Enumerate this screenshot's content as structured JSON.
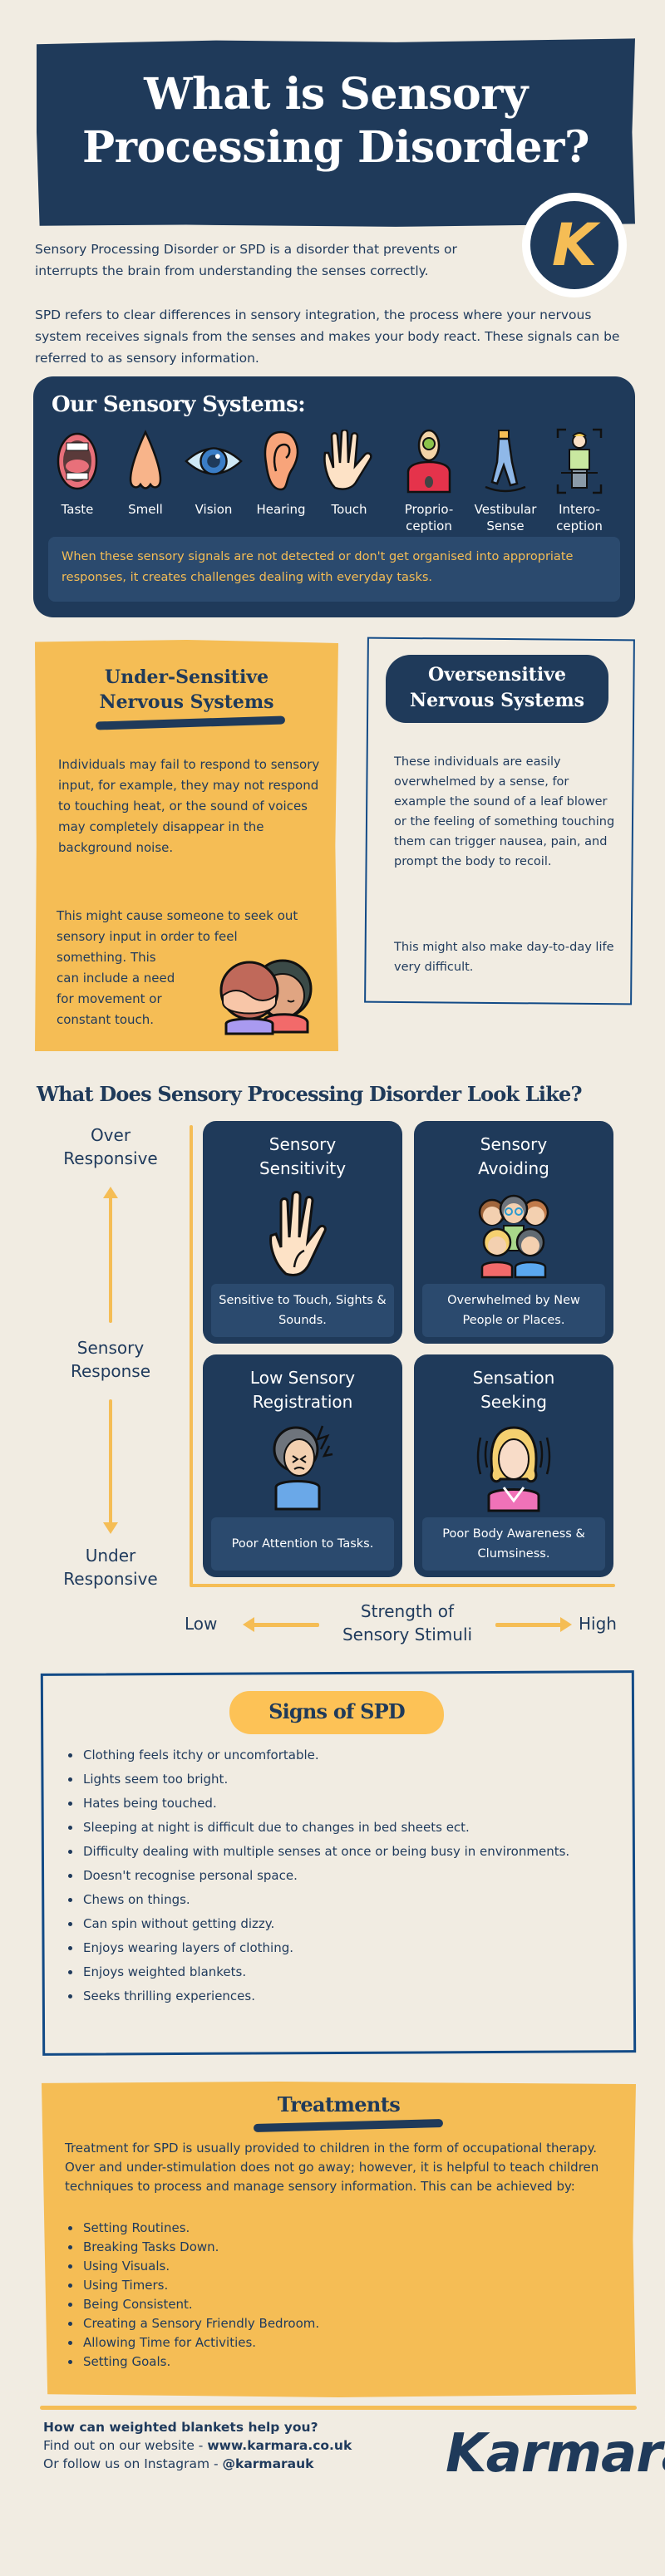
{
  "header": {
    "title_line1": "What is Sensory",
    "title_line2": "Processing Disorder?",
    "logo_letter": "K"
  },
  "intro": {
    "p1": "Sensory Processing Disorder or SPD is a disorder that prevents or interrupts the brain from understanding the senses correctly.",
    "p2": "SPD refers to clear differences in sensory integration, the process where your nervous system receives signals from the senses and makes your body react. These signals can be referred to as sensory information."
  },
  "sensory_systems": {
    "title": "Our Sensory Systems:",
    "items": [
      {
        "label": "Taste",
        "icon": "mouth-icon"
      },
      {
        "label": "Smell",
        "icon": "nose-icon"
      },
      {
        "label": "Vision",
        "icon": "eye-icon"
      },
      {
        "label": "Hearing",
        "icon": "ear-icon"
      },
      {
        "label": "Touch",
        "icon": "hand-icon"
      },
      {
        "label": "Proprio-\nception",
        "icon": "proprioception-icon"
      },
      {
        "label": "Vestibular\nSense",
        "icon": "vestibular-icon"
      },
      {
        "label": "Intero-\nception",
        "icon": "interoception-icon"
      }
    ],
    "note": "When these sensory signals are not detected or don't get organised into appropriate responses, it creates challenges dealing with everyday tasks."
  },
  "under_sensitive": {
    "title_line1": "Under-Sensitive",
    "title_line2": "Nervous Systems",
    "p1": "Individuals may fail to respond to sensory input, for example, they may not respond to touching heat, or the sound of voices may completely disappear in the background noise.",
    "p2_line1": "This might cause someone to seek out sensory input in order to feel",
    "p2_line2": "something. This",
    "p2_line3": "can include a need",
    "p2_line4": "for movement or",
    "p2_line5": "constant touch."
  },
  "over_sensitive": {
    "title_line1": "Oversensitive",
    "title_line2": "Nervous Systems",
    "p1": "These individuals are easily overwhelmed by a sense, for example the sound of a leaf blower or the feeling of something touching them can trigger nausea, pain, and prompt the body to recoil.",
    "p2": "This might also make day-to-day life very difficult."
  },
  "look_like": {
    "title": "What Does Sensory Processing Disorder Look Like?",
    "y_axis": {
      "top": "Over\nResponsive",
      "middle": "Sensory\nResponse",
      "bottom": "Under\nResponsive"
    },
    "x_axis": {
      "low": "Low",
      "label": "Strength of\nSensory Stimuli",
      "high": "High"
    },
    "quadrants": [
      {
        "title": "Sensory\nSensitivity",
        "desc": "Sensitive to Touch, Sights & Sounds.",
        "icon": "hand-icon"
      },
      {
        "title": "Sensory\nAvoiding",
        "desc": "Overwhelmed by New People or Places.",
        "icon": "crowd-icon"
      },
      {
        "title": "Low Sensory\nRegistration",
        "desc": "Poor Attention to Tasks.",
        "icon": "headache-person-icon"
      },
      {
        "title": "Sensation\nSeeking",
        "desc": "Poor Body Awareness & Clumsiness.",
        "icon": "woman-icon"
      }
    ]
  },
  "signs": {
    "title": "Signs of SPD",
    "items": [
      "Clothing feels itchy or uncomfortable.",
      "Lights seem too bright.",
      "Hates being touched.",
      "Sleeping at night is difficult due to changes in bed sheets ect.",
      "Difficulty dealing with multiple senses at once or being busy in environments.",
      "Doesn't recognise personal space.",
      "Chews on things.",
      "Can spin without getting dizzy.",
      "Enjoys wearing layers of clothing.",
      "Enjoys weighted blankets.",
      "Seeks thrilling experiences."
    ]
  },
  "treatments": {
    "title": "Treatments",
    "intro": "Treatment for SPD is usually provided to children in the form of occupational therapy. Over and under-stimulation does not go away; however, it is helpful to teach children techniques to process and manage sensory information. This can be achieved by:",
    "items": [
      "Setting Routines.",
      "Breaking Tasks Down.",
      "Using Visuals.",
      "Using Timers.",
      "Being Consistent.",
      "Creating a Sensory Friendly Bedroom.",
      "Allowing Time for Activities.",
      "Setting Goals."
    ]
  },
  "footer": {
    "line1": "How can weighted blankets help you?",
    "line2_prefix": "Find out on our website - ",
    "line2_link": "www.karmara.co.uk",
    "line3_prefix": "Or follow us on Instagram - ",
    "line3_link": "@karmarauk",
    "brand": "Karmara"
  },
  "colors": {
    "navy": "#1f3a5a",
    "yellow": "#f5bd55",
    "background": "#f1ece2",
    "border_blue": "#124a86"
  }
}
